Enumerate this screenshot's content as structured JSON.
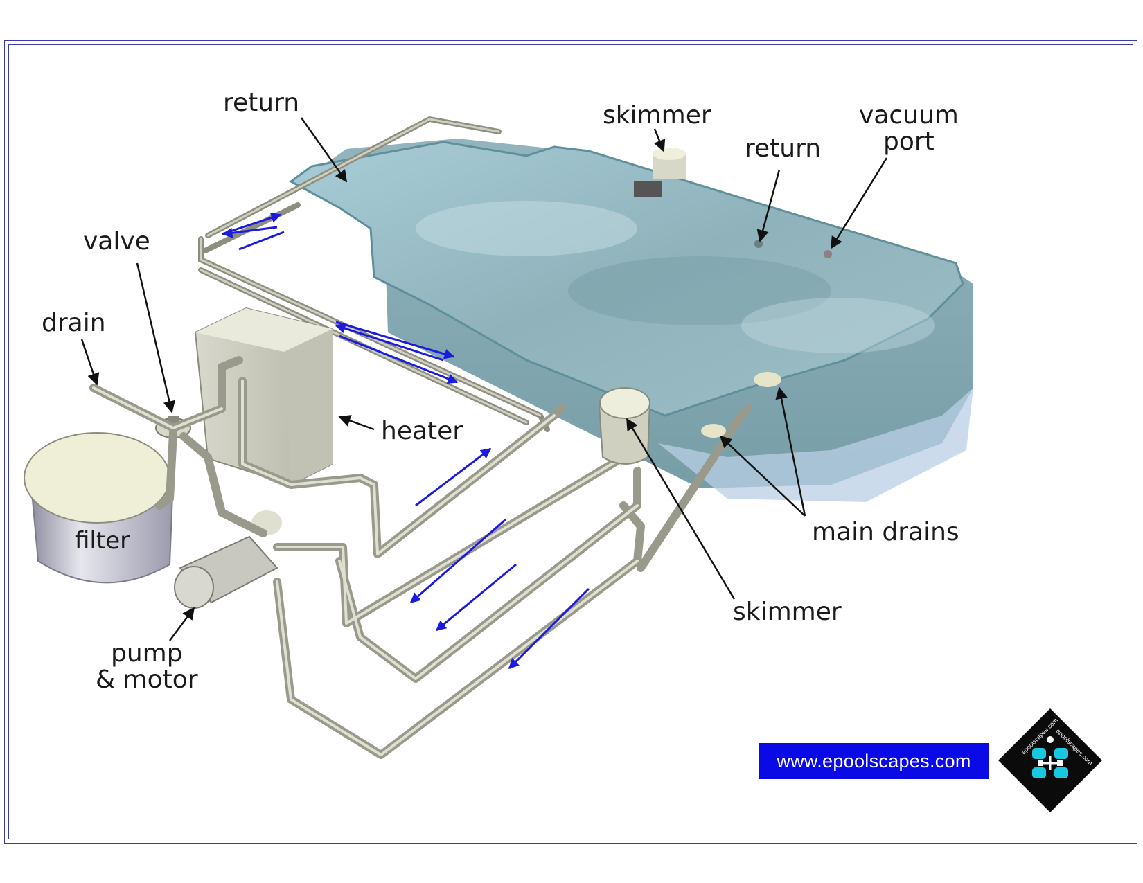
{
  "labels": {
    "return_left": "return",
    "skimmer_top": "skimmer",
    "return_right": "return",
    "vacuum_port_line1": "vacuum",
    "vacuum_port_line2": "port",
    "valve": "valve",
    "drain": "drain",
    "heater": "heater",
    "filter": "filter",
    "main_drains": "main drains",
    "skimmer_bottom": "skimmer",
    "pump_line1": "pump",
    "pump_line2": "& motor"
  },
  "banner": {
    "text": "www.epoolscapes.com"
  },
  "logo": {
    "text": "epoolscapes.com"
  },
  "colors": {
    "frame": "#3a3aa8",
    "water": "#8fb6c2",
    "pipe": "#b9b9a8",
    "flow_arrow": "#1a1ae0",
    "banner_bg": "#0a0ae6",
    "logo_bg": "#0b0b0b",
    "logo_accent": "#18c8e0"
  }
}
